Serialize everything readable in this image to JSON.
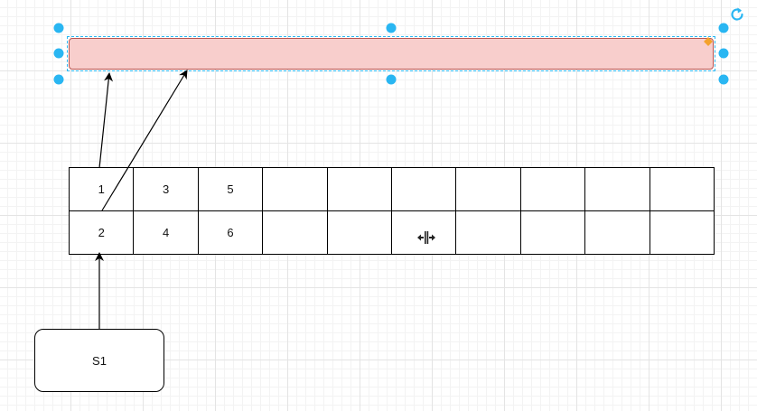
{
  "colors": {
    "bar_fill": "#f8cecc",
    "bar_stroke": "#b85450",
    "handle": "#29b6f2",
    "anchor": "#f4a22c"
  },
  "icons": {
    "rotate": "rotate-icon",
    "resize_cursor": "column-resize-cursor-icon"
  },
  "table": {
    "rows": [
      [
        "1",
        "3",
        "5",
        "",
        "",
        "",
        "",
        "",
        "",
        ""
      ],
      [
        "2",
        "4",
        "6",
        "",
        "",
        "",
        "",
        "",
        "",
        ""
      ]
    ]
  },
  "s1_box": {
    "label": "S1"
  }
}
